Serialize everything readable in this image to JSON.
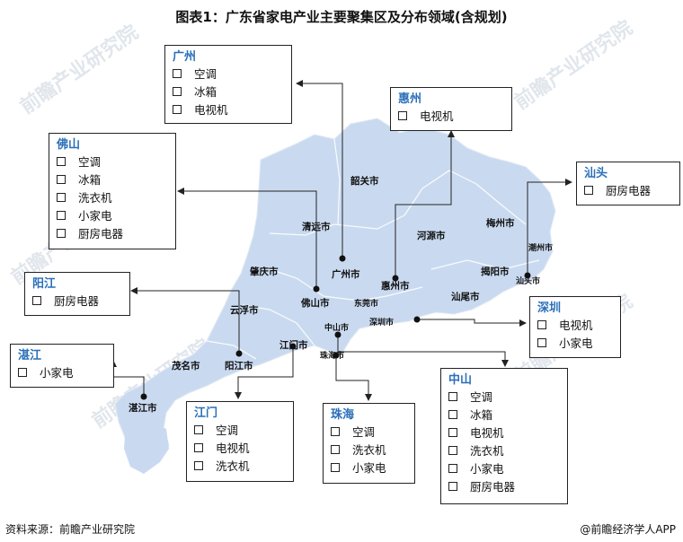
{
  "title": "图表1：广东省家电产业主要聚集区及分布领域(含规划)",
  "source": "资料来源：前瞻产业研究院",
  "brand": "@前瞻经济学人APP",
  "watermark": "前瞻产业研究院",
  "colors": {
    "map_fill": "#c9daf0",
    "box_title": "#2a6fb8",
    "line": "#222222"
  },
  "boxes": {
    "guangzhou": {
      "name": "广州",
      "items": [
        "空调",
        "冰箱",
        "电视机"
      ]
    },
    "huizhou": {
      "name": "惠州",
      "items": [
        "电视机"
      ]
    },
    "foshan": {
      "name": "佛山",
      "items": [
        "空调",
        "冰箱",
        "洗衣机",
        "小家电",
        "厨房电器"
      ]
    },
    "shantou": {
      "name": "汕头",
      "items": [
        "厨房电器"
      ]
    },
    "yangjiang": {
      "name": "阳江",
      "items": [
        "厨房电器"
      ]
    },
    "shenzhen": {
      "name": "深圳",
      "items": [
        "电视机",
        "小家电"
      ]
    },
    "zhanjiang": {
      "name": "湛江",
      "items": [
        "小家电"
      ]
    },
    "zhongshan": {
      "name": "中山",
      "items": [
        "空调",
        "冰箱",
        "电视机",
        "洗衣机",
        "小家电",
        "厨房电器"
      ]
    },
    "jiangmen": {
      "name": "江门",
      "items": [
        "空调",
        "电视机",
        "洗衣机"
      ]
    },
    "zhuhai": {
      "name": "珠海",
      "items": [
        "空调",
        "洗衣机",
        "小家电"
      ]
    }
  },
  "cities": {
    "shaoguan": "韶关市",
    "qingyuan": "清远市",
    "heyuan": "河源市",
    "meizhou": "梅州市",
    "chaozhou": "潮州市",
    "zhaoqing": "肇庆市",
    "guangzhou": "广州市",
    "huizhou": "惠州市",
    "jieyang": "揭阳市",
    "shantou": "汕头市",
    "foshan": "佛山市",
    "dongguan": "东莞市",
    "shanwei": "汕尾市",
    "yunfu": "云浮市",
    "zhongshan": "中山市",
    "shenzhen": "深圳市",
    "jiangmen": "江门市",
    "zhuhai": "珠海市",
    "maoming": "茂名市",
    "yangjiang": "阳江市",
    "zhanjiang": "湛江市"
  }
}
